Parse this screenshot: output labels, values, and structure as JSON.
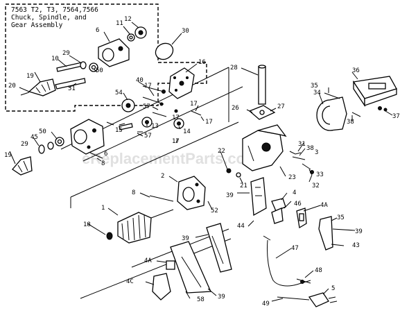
{
  "title_box": {
    "line1": "7563 T2, T3, 7564,7566",
    "line2": "Chuck, Spindle, and",
    "line3": "Gear Assembly"
  },
  "watermark": "eReplacementParts.com",
  "callouts": {
    "c12": "12",
    "c11": "11",
    "c6a": "6",
    "c30": "30",
    "c10": "10",
    "c29a": "29",
    "c19a": "19",
    "c50a": "50",
    "c20": "20",
    "c51": "51",
    "c16": "16",
    "c28": "28",
    "c36": "36",
    "c40": "40",
    "c54": "54",
    "c35a": "35",
    "c34": "34",
    "c37": "37",
    "c17a": "17",
    "c57a": "57",
    "c17b": "17",
    "c17c": "17",
    "c26": "26",
    "c27": "27",
    "c50b": "50",
    "c13": "13",
    "c57b": "57",
    "c38": "38",
    "c45": "45",
    "c17d": "17",
    "c14": "14",
    "c15": "15",
    "c29b": "29",
    "c17e": "17",
    "c6b": "6",
    "c31": "31",
    "c38b": "38",
    "c3": "3",
    "c22": "22",
    "c19b": "19",
    "c8a": "8",
    "c2": "2",
    "c33": "33",
    "c32": "32",
    "c23": "23",
    "c21": "21",
    "c4": "4",
    "c8b": "8",
    "c39a": "39",
    "c46": "46",
    "c4a": "4A",
    "c1": "1",
    "c52": "52",
    "c35b": "35",
    "c18": "18",
    "c44": "44",
    "c39b": "39",
    "c43": "43",
    "c39c": "39",
    "c47": "47",
    "c4a2": "4A",
    "c48": "48",
    "c4c": "4C",
    "c5": "5",
    "c39d": "39",
    "c58": "58",
    "c49": "49"
  }
}
